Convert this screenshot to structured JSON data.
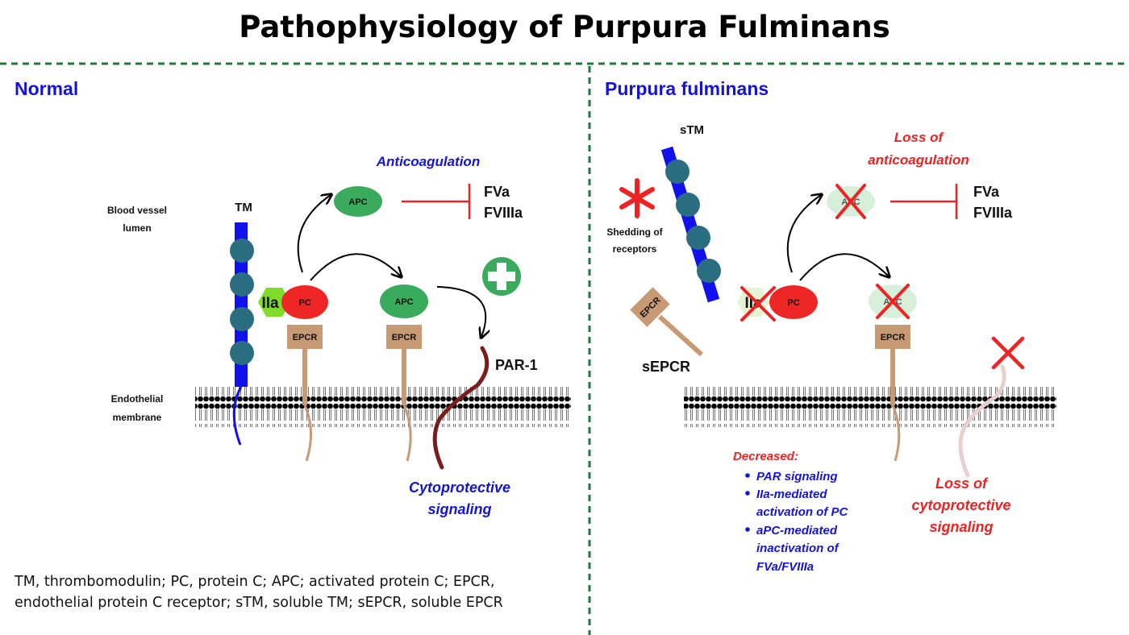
{
  "title": "Pathophysiology of Purpura Fulminans",
  "left": {
    "heading": "Normal",
    "lumen_label": [
      "Blood vessel",
      "lumen"
    ],
    "membrane_label": [
      "Endothelial",
      "membrane"
    ],
    "tm": "TM",
    "iia": "IIa",
    "pc": "PC",
    "apc_top": "APC",
    "apc_bottom": "APC",
    "epcr_1": "EPCR",
    "epcr_2": "EPCR",
    "anticoagulation": "Anticoagulation",
    "fva": "FVa",
    "fviiia": "FVIIIa",
    "par1": "PAR-1",
    "cyto": [
      "Cytoprotective",
      "signaling"
    ]
  },
  "right": {
    "heading": "Purpura fulminans",
    "stm": "sTM",
    "shedding": [
      "Shedding of",
      "receptors"
    ],
    "sepcr_box": "EPCR",
    "sepcr": "sEPCR",
    "iia": "IIa",
    "pc": "PC",
    "apc_top": "APC",
    "apc_bottom": "APC",
    "epcr": "EPCR",
    "loss_anti": [
      "Loss of",
      "anticoagulation"
    ],
    "fva": "FVa",
    "fviiia": "FVIIIa",
    "decreased_title": "Decreased:",
    "decreased_items": [
      [
        "PAR signaling"
      ],
      [
        "IIa-mediated",
        "activation of PC"
      ],
      [
        "aPC-mediated",
        "inactivation of",
        "FVa/FVIIIa"
      ]
    ],
    "loss_cyto": [
      "Loss of",
      "cytoprotective",
      "signaling"
    ]
  },
  "legend": [
    "TM, thrombomodulin; PC, protein C; APC; activated protein C; EPCR,",
    "endothelial protein C receptor; sTM, soluble TM; sEPCR, soluble EPCR"
  ],
  "colors": {
    "title_blue": "#1414d8",
    "red": "#ee2222",
    "apc_green": "#3aaa5c",
    "iia_green": "#7fdc2a",
    "pc_red": "#ee2626",
    "epcr_tan": "#c79a73",
    "tm_blue": "#1111ee",
    "bead": "#2b6e82",
    "par_dark": "#7a1c1c",
    "divider_green": "#1f7a3a"
  }
}
